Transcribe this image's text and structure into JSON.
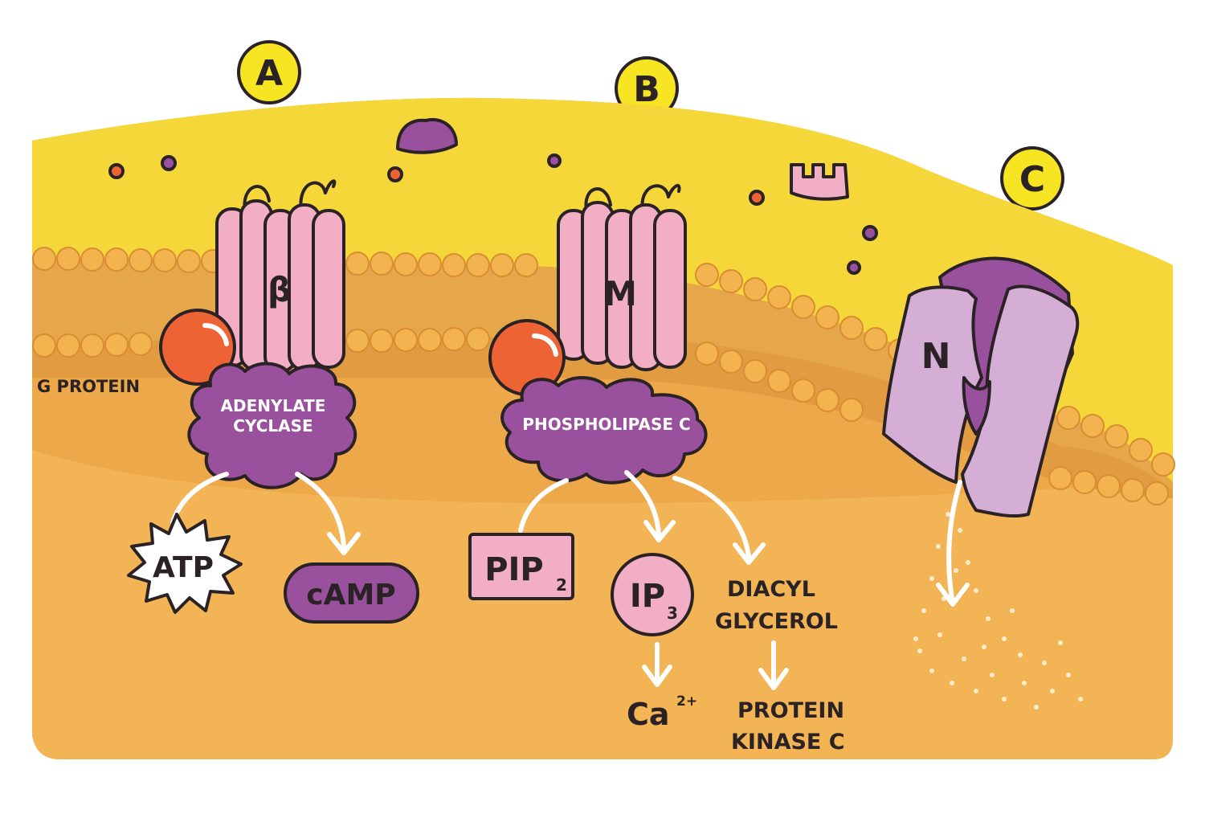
{
  "panels": {
    "a": {
      "letter": "A"
    },
    "b": {
      "letter": "B"
    },
    "c": {
      "letter": "C"
    }
  },
  "receptors": {
    "beta": {
      "symbol": "β"
    },
    "muscarinic": {
      "symbol": "M"
    },
    "nicotinic": {
      "symbol": "N"
    }
  },
  "g_protein": {
    "label": "G PROTEIN"
  },
  "enzymes": {
    "adenylate_cyclase": {
      "line1": "ADENYLATE",
      "line2": "CYCLASE"
    },
    "phospholipase_c": {
      "label": "PHOSPHOLIPASE C"
    }
  },
  "molecules": {
    "atp": "ATP",
    "camp": "cAMP",
    "pip2": {
      "base": "PIP",
      "sub": "2"
    },
    "ip3": {
      "base": "IP",
      "sub": "3"
    },
    "dag": {
      "line1": "DIACYL",
      "line2": "GLYCEROL"
    },
    "calcium": {
      "base": "Ca",
      "sup": "2+"
    },
    "pkc": {
      "line1": "PROTEIN",
      "line2": "KINASE C"
    }
  },
  "colors": {
    "cytoplasm": "#eda84a",
    "membrane_outer": "#f5d73a",
    "phospholipid_head": "#f3b44f",
    "receptor_pink": "#f2aec4",
    "enzyme_purple": "#9a519d",
    "g_protein_red": "#ee6333",
    "channel_lilac": "#d5aed6",
    "badge_yellow": "#f7e423"
  }
}
